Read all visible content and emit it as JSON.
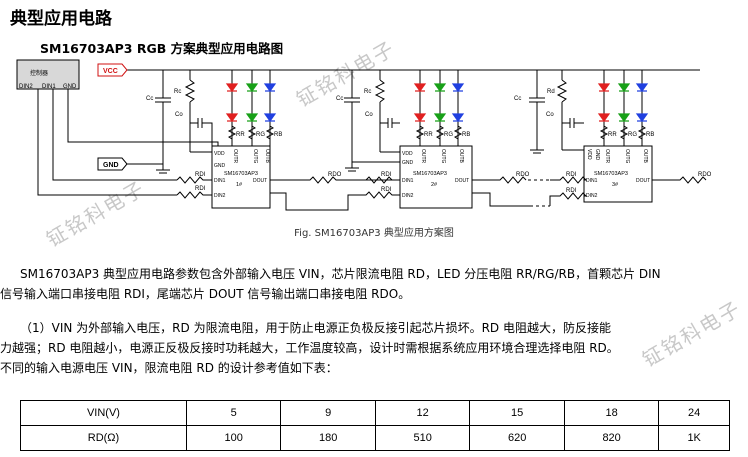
{
  "heading": "典型应用电路",
  "subheading": "SM16703AP3 RGB 方案典型应用电路图",
  "watermark": "钲铭科电子",
  "circuit": {
    "controller": "控制器",
    "controller_pins": [
      "DIN2",
      "DIN1",
      "GND"
    ],
    "vcc": "VCC",
    "gnd": "GND",
    "chip_name": "SM16703AP3",
    "chip_ids": [
      "1#",
      "2#",
      "3#"
    ],
    "pin_vdd": "VDD",
    "pin_gnd": "GND",
    "pin_din1": "DIN1",
    "pin_din2": "DIN2",
    "pin_dout": "DOUT",
    "pin_outs": [
      "OUTR",
      "OUTG",
      "OUTB"
    ],
    "label_cc": "Cc",
    "label_co": "Co",
    "label_rc": "Rc",
    "label_rd": "Rd",
    "label_rdi": "RDI",
    "label_rdo": "RDO",
    "led_res": [
      "RR",
      "RG",
      "RB"
    ]
  },
  "caption": "Fig. SM16703AP3 典型应用方案图",
  "para1_line1": "SM16703AP3 典型应用电路参数包含外部输入电压 VIN，芯片限流电阻 RD，LED 分压电阻 RR/RG/RB，首颗芯片 DIN",
  "para1_line2": "信号输入端口串接电阻 RDI，尾端芯片 DOUT 信号输出端口串接电阻 RDO。",
  "para2_line1": "（1）VIN 为外部输入电压，RD 为限流电阻，用于防止电源正负极反接引起芯片损坏。RD 电阻越大，防反接能",
  "para2_line2": "力越强；RD 电阻越小，电源正反极反接时功耗越大，工作温度较高，设计时需根据系统应用环境合理选择电阻 RD。",
  "para2_line3": "不同的输入电源电压 VIN，限流电阻 RD 的设计参考值如下表：",
  "table": {
    "row1_header": "VIN(V)",
    "row1": [
      "5",
      "9",
      "12",
      "15",
      "18",
      "24"
    ],
    "row2_header": "RD(Ω)",
    "row2": [
      "100",
      "180",
      "510",
      "620",
      "820",
      "1K"
    ]
  },
  "colors": {
    "vcc_red": "#d01010",
    "led_red": "#e02020",
    "led_green": "#18a018",
    "led_blue": "#2040e0",
    "controller_fill": "#d8d8d8"
  }
}
